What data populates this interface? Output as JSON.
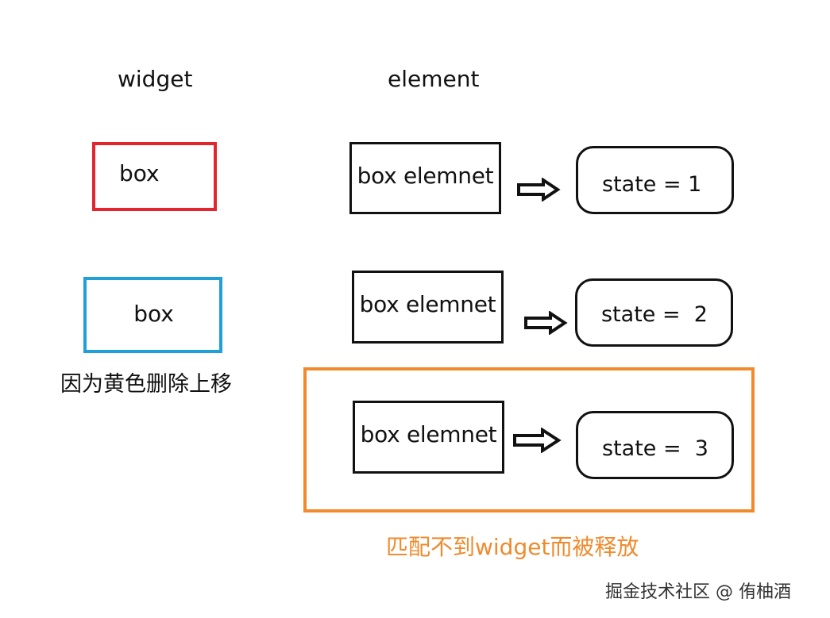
{
  "headings": {
    "widget": "widget",
    "element": "element"
  },
  "widgets": [
    {
      "label": "box",
      "color": "#e4252d"
    },
    {
      "label": "box",
      "color": "#1fa0d8"
    }
  ],
  "widget_note": "因为黄色删除上移",
  "elements": [
    {
      "label": "box elemnet",
      "state": "state = 1"
    },
    {
      "label": "box elemnet",
      "state": "state =  2"
    },
    {
      "label": "box elemnet",
      "state": "state =  3"
    }
  ],
  "released_note": "匹配不到widget而被释放",
  "released_color": "#f08a2c",
  "watermark": "掘金技术社区 @ 侑柚酒",
  "arrow_icon": "hollow-right-arrow-icon"
}
